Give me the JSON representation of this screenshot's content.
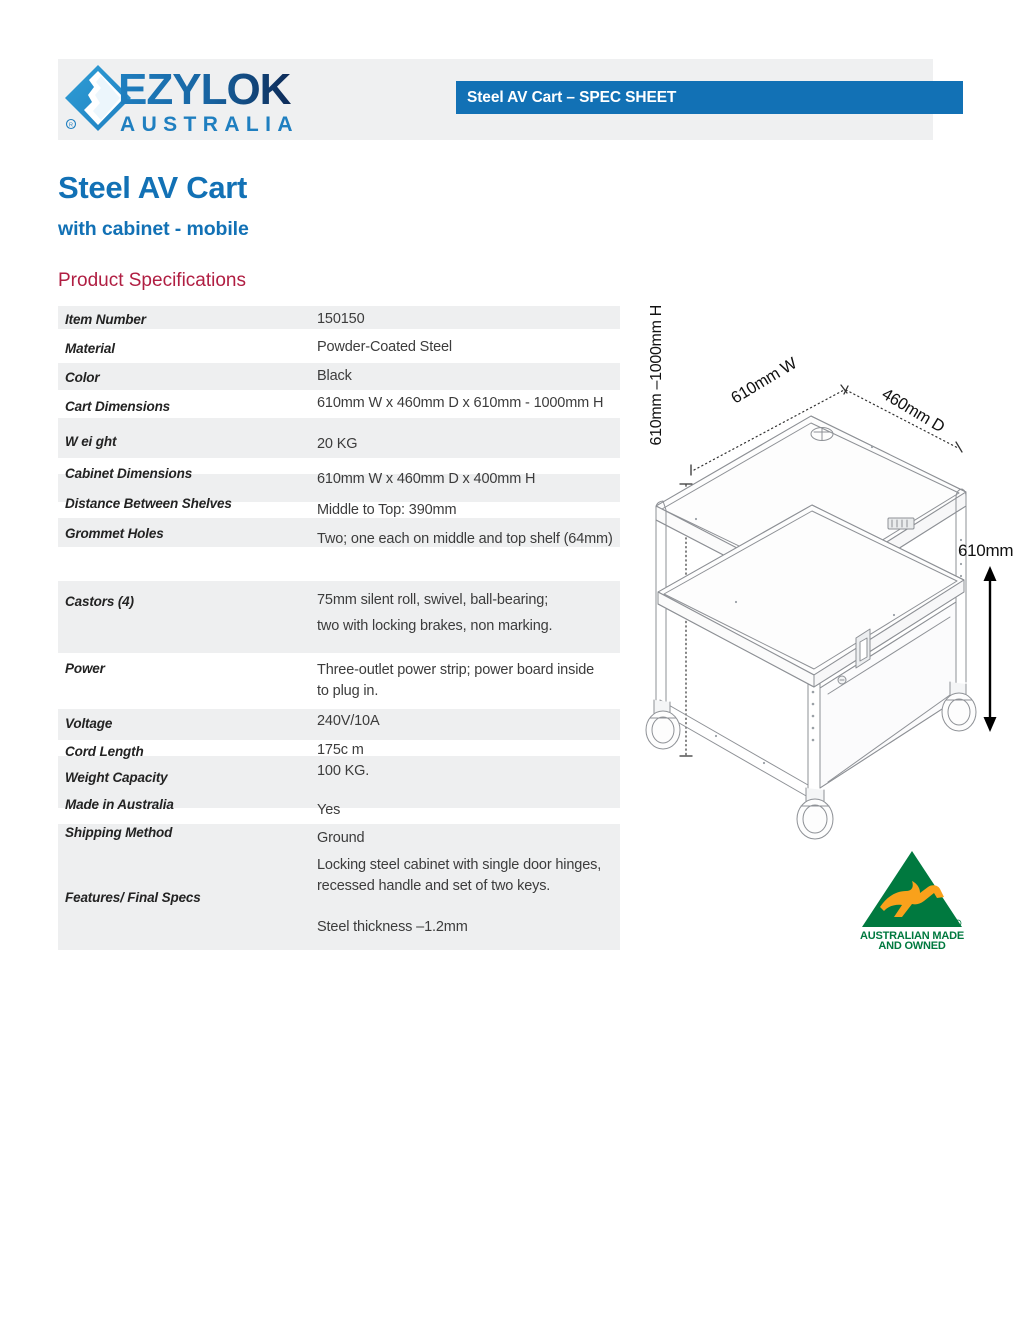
{
  "header": {
    "logo_name": "EZYLOK",
    "logo_sub": "A U S T R A L I A",
    "banner_label": "Steel AV Cart – SPEC SHEET"
  },
  "title": {
    "main": "Steel AV Cart",
    "sub": "with cabinet - mobile",
    "section": "Product Specifications"
  },
  "spec_table": {
    "rows": [
      {
        "label": "Item Number",
        "value": "150150"
      },
      {
        "label": "Material",
        "value": "Powder-Coated Steel"
      },
      {
        "label": "Color",
        "value": "Black"
      },
      {
        "label": "Cart Dimensions",
        "value": "610mm W x 460mm D x 610mm - 1000mm H"
      },
      {
        "label": "W ei ght",
        "value": "20 KG"
      },
      {
        "label": "Cabinet Dimensions",
        "value": "610mm W x 460mm D x 400mm H"
      },
      {
        "label": "Distance Between Shelves",
        "value": "Middle to Top: 390mm"
      },
      {
        "label": "Grommet Holes",
        "value": "Two; one each on middle and top shelf (64mm)"
      },
      {
        "label": "Castors (4)",
        "value": "75mm silent roll, swivel, ball-bearing;"
      },
      {
        "label": "",
        "value": "two with locking brakes, non marking."
      },
      {
        "label": "Power",
        "value": "Three-outlet power strip; power board inside to plug in."
      },
      {
        "label": "Voltage",
        "value": "240V/10A"
      },
      {
        "label": "Cord Length",
        "value": "175c m"
      },
      {
        "label": "Weight Capacity",
        "value": "100 KG."
      },
      {
        "label": "Made in Australia",
        "value": "Yes"
      },
      {
        "label": "Shipping Method",
        "value": "Ground"
      },
      {
        "label": "Features/ Final Specs",
        "value": "Locking steel cabinet with single door hinges, recessed handle and set of two keys."
      },
      {
        "label": "",
        "value": "Steel thickness –1.2mm"
      }
    ]
  },
  "drawing": {
    "dim_width": "610mm W",
    "dim_depth": "460mm D",
    "dim_height": "610mm –1000mm H",
    "dim_right": "610mm"
  },
  "aus_made": {
    "line1": "AUSTRALIAN MADE",
    "line2": "AND OWNED"
  },
  "colors": {
    "brand_blue": "#1271b5",
    "heading_red": "#b01e42",
    "band_gray": "#eff0f1",
    "row_gray": "#eeeff0",
    "aus_green": "#00793f",
    "aus_gold": "#f9a11b"
  }
}
